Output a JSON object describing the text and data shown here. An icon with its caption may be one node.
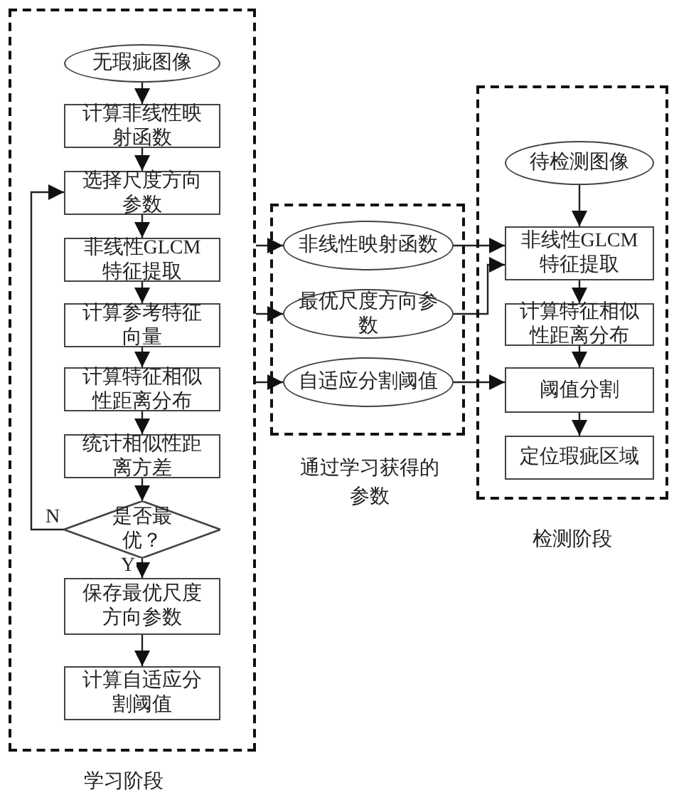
{
  "diagram": {
    "nodes": [
      {
        "text": [
          "学习阶段"
        ]
      },
      {
        "text": [
          "无瑕疵图像"
        ],
        "in": 0
      },
      {
        "text": [
          "计算非线性映射函数"
        ],
        "in": 0
      },
      {
        "text": [
          "选择尺度方向参数"
        ],
        "in": 0
      },
      {
        "text": [
          "非线性GLCM特征提取"
        ],
        "in": 0
      },
      {
        "text": [
          "计算参考特征向量"
        ],
        "in": 0
      },
      {
        "text": [
          "计算特征相似性距离分布"
        ],
        "in": 0
      },
      {
        "text": [
          "统计相似性距离方差"
        ],
        "in": 0
      },
      {
        "text": [
          "是否最优？"
        ],
        "in": 0
      },
      {
        "text": [
          "保存最优尺度方向参数"
        ],
        "in": 0
      },
      {
        "text": [
          "计算自适应分割阈值"
        ],
        "in": 0
      },
      {
        "text": [
          "通过学习获得的参数"
        ]
      },
      {
        "text": [
          "非线性映射函数"
        ],
        "in": 11
      },
      {
        "text": [
          "最优尺度方向参数"
        ],
        "in": 11
      },
      {
        "text": [
          "自适应分割阈值"
        ],
        "in": 11
      },
      {
        "text": [
          "检测阶段"
        ]
      },
      {
        "text": [
          "待检测图像"
        ],
        "in": 15
      },
      {
        "text": [
          "非线性GLCM特征提取"
        ],
        "in": 15
      },
      {
        "text": [
          "计算特征相似性距离分布"
        ],
        "in": 15
      },
      {
        "text": [
          "阈值分割"
        ],
        "in": 15
      },
      {
        "text": [
          "定位瑕疵区域"
        ],
        "in": 15
      }
    ],
    "edges": [
      {
        "from": 1,
        "to": 2,
        "arrow": "to"
      },
      {
        "from": 2,
        "to": 3,
        "arrow": "to"
      },
      {
        "from": 3,
        "to": 4,
        "arrow": "to"
      },
      {
        "from": 4,
        "to": 5,
        "arrow": "to"
      },
      {
        "from": 5,
        "to": 6,
        "arrow": "to"
      },
      {
        "from": 6,
        "to": 7,
        "arrow": "to"
      },
      {
        "from": 7,
        "to": 8,
        "arrow": "to"
      },
      {
        "from": 8,
        "to": 3,
        "arrow": "to",
        "label": "N"
      },
      {
        "from": 8,
        "to": 9,
        "arrow": "to",
        "label": "Y"
      },
      {
        "from": 9,
        "to": 10,
        "arrow": "to"
      },
      {
        "from": 0,
        "to": 12,
        "arrow": "to"
      },
      {
        "from": 0,
        "to": 13,
        "arrow": "to"
      },
      {
        "from": 0,
        "to": 14,
        "arrow": "to"
      },
      {
        "from": 12,
        "to": 17,
        "arrow": "to"
      },
      {
        "from": 13,
        "to": 17,
        "arrow": "to"
      },
      {
        "from": 14,
        "to": 19,
        "arrow": "to"
      },
      {
        "from": 16,
        "to": 17,
        "arrow": "to"
      },
      {
        "from": 17,
        "to": 18,
        "arrow": "to"
      },
      {
        "from": 18,
        "to": 19,
        "arrow": "to"
      },
      {
        "from": 19,
        "to": 20,
        "arrow": "to"
      }
    ]
  }
}
